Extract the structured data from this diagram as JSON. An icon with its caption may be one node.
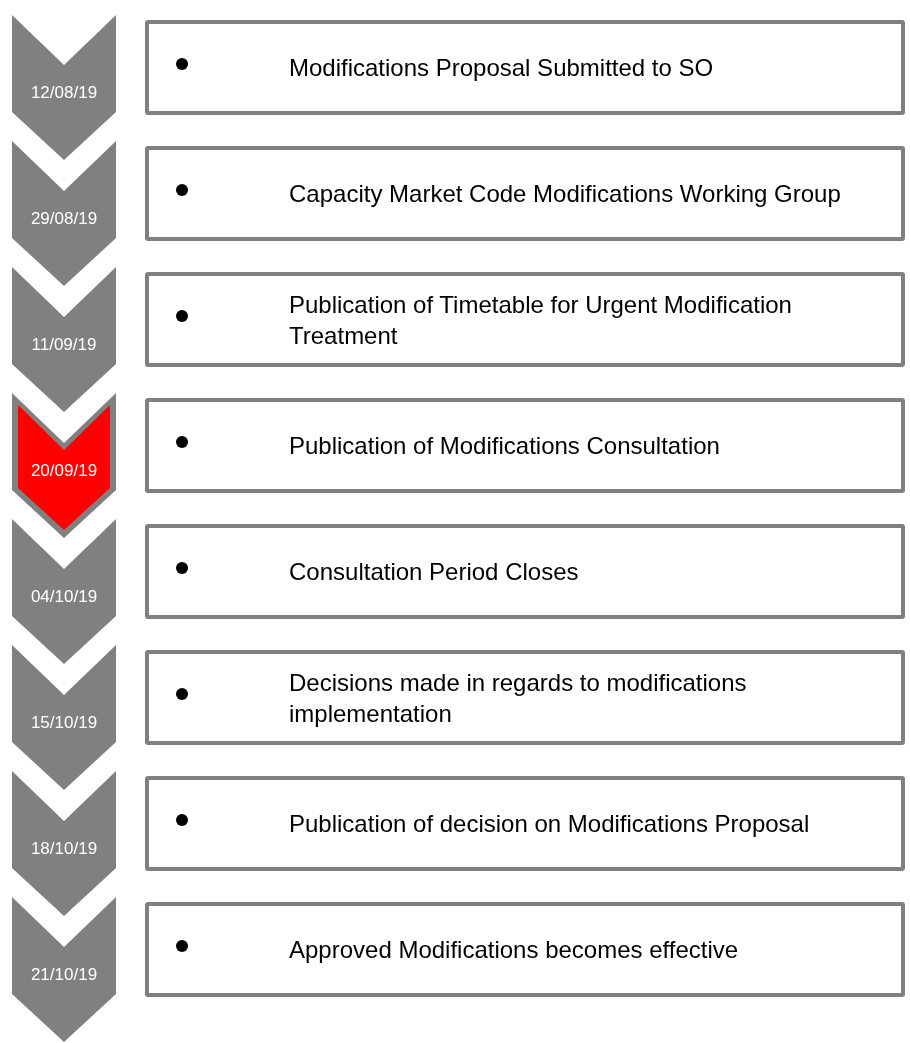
{
  "diagram": {
    "nodes": [
      {
        "text": [
          "12/08/19"
        ]
      },
      {
        "text": [
          "Modifications Proposal Submitted to SO"
        ]
      },
      {
        "text": [
          "29/08/19"
        ]
      },
      {
        "text": [
          "Capacity Market Code Modifications  Working Group"
        ]
      },
      {
        "text": [
          "11/09/19"
        ]
      },
      {
        "text": [
          "Publication of Timetable for Urgent Modification Treatment"
        ]
      },
      {
        "text": [
          "20/09/19"
        ]
      },
      {
        "text": [
          "Publication of Modifications Consultation"
        ]
      },
      {
        "text": [
          "04/10/19"
        ]
      },
      {
        "text": [
          "Consultation Period Closes"
        ]
      },
      {
        "text": [
          "15/10/19"
        ]
      },
      {
        "text": [
          "Decisions made in regards to modifications implementation"
        ]
      },
      {
        "text": [
          "18/10/19"
        ]
      },
      {
        "text": [
          "Publication of decision on Modifications Proposal"
        ]
      },
      {
        "text": [
          "21/10/19"
        ]
      },
      {
        "text": [
          "Approved Modifications becomes effective"
        ]
      }
    ]
  }
}
